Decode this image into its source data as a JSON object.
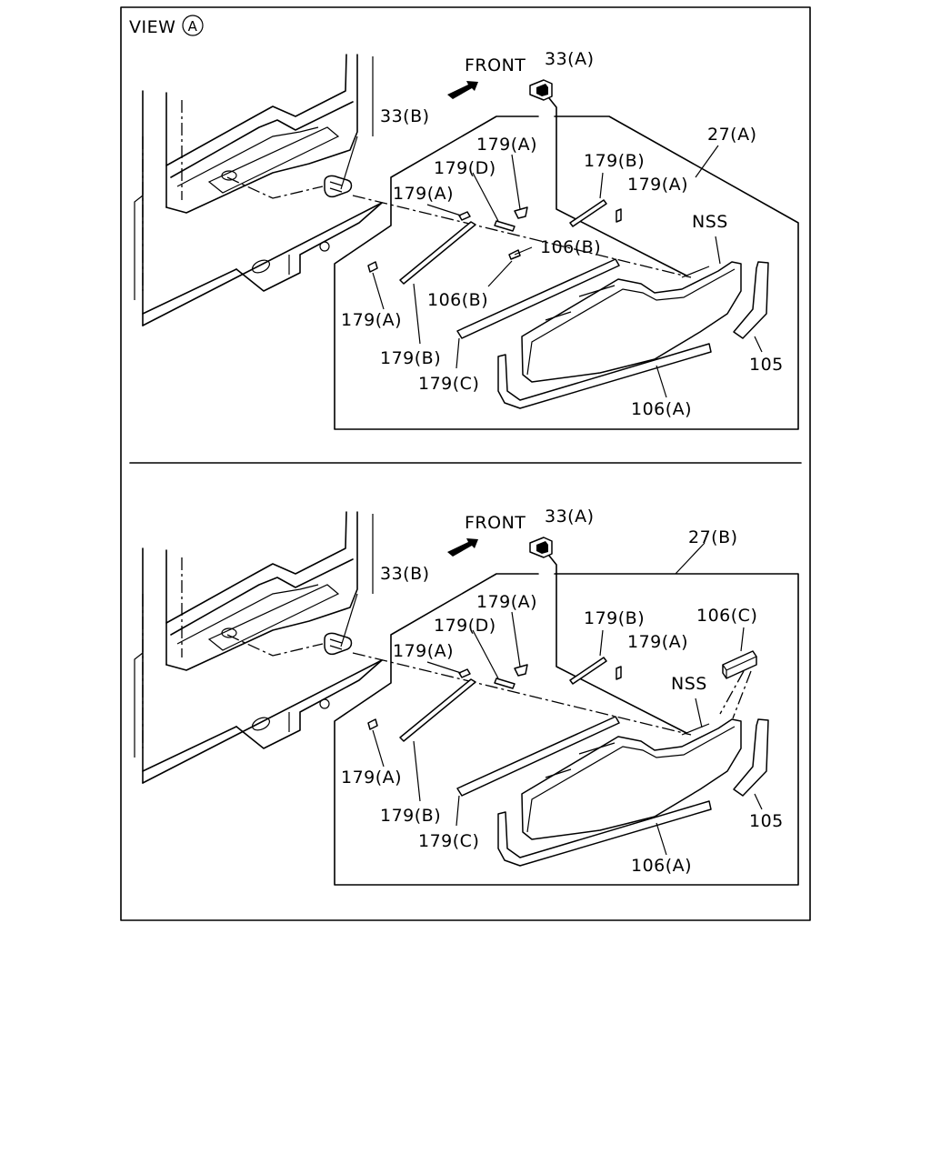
{
  "view": {
    "prefix": "VIEW",
    "letter": "A"
  },
  "panels": [
    {
      "id": "upper",
      "front": "FRONT",
      "labels": {
        "l33a": "33(A)",
        "l33b": "33(B)",
        "l27": "27(A)",
        "l179d": "179(D)",
        "l179a_top": "179(A)",
        "l179a_mid": "179(A)",
        "l179b_right": "179(B)",
        "l179a_right": "179(A)",
        "l106b_right": "106(B)",
        "l106b_left": "106(B)",
        "l179a_left": "179(A)",
        "l179b_left": "179(B)",
        "l179c": "179(C)",
        "l106a": "106(A)",
        "l105": "105",
        "lnss": "NSS"
      }
    },
    {
      "id": "lower",
      "front": "FRONT",
      "labels": {
        "l33a": "33(A)",
        "l33b": "33(B)",
        "l27": "27(B)",
        "l179d": "179(D)",
        "l179a_top": "179(A)",
        "l179a_mid": "179(A)",
        "l179b_right": "179(B)",
        "l179a_right": "179(A)",
        "l106c": "106(C)",
        "l179a_left": "179(A)",
        "l179b_left": "179(B)",
        "l179c": "179(C)",
        "l106a": "106(A)",
        "l105": "105",
        "lnss": "NSS"
      }
    }
  ]
}
